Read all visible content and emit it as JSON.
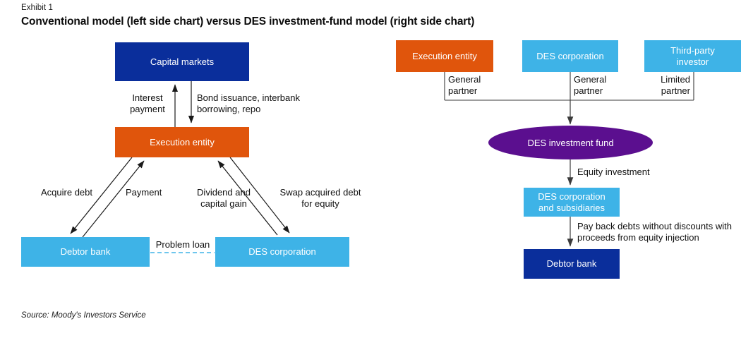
{
  "header": {
    "exhibit_label": "Exhibit 1",
    "title": "Conventional model (left side chart) versus DES investment-fund model (right side chart)",
    "source": "Source: Moody's Investors Service"
  },
  "colors": {
    "navy": "#0A2E9B",
    "orange": "#E0550C",
    "light_blue": "#3EB3E7",
    "purple": "#5B0F8F",
    "arrow": "#1a1a1a",
    "dashed_link": "#3EB3E7",
    "text_dark": "#101010",
    "node_text": "#FFFFFF"
  },
  "left_chart": {
    "name": "Conventional model",
    "nodes": [
      {
        "id": "capital-markets",
        "label": "Capital markets",
        "color": "navy"
      },
      {
        "id": "execution-entity",
        "label": "Execution entity",
        "color": "orange"
      },
      {
        "id": "debtor-bank",
        "label": "Debtor bank",
        "color": "light_blue"
      },
      {
        "id": "des-corporation",
        "label": "DES corporation",
        "color": "light_blue"
      }
    ],
    "edges": [
      {
        "id": "interest-payment",
        "label": "Interest\npayment",
        "from": "execution-entity",
        "to": "capital-markets",
        "style": "solid-arrow"
      },
      {
        "id": "bond-issuance",
        "label": "Bond issuance, interbank\nborrowing, repo",
        "from": "capital-markets",
        "to": "execution-entity",
        "style": "solid-arrow"
      },
      {
        "id": "acquire-debt",
        "label": "Acquire debt",
        "from": "execution-entity",
        "to": "debtor-bank",
        "style": "solid-arrow"
      },
      {
        "id": "payment",
        "label": "Payment",
        "from": "debtor-bank",
        "to": "execution-entity",
        "style": "solid-arrow"
      },
      {
        "id": "dividend-capital-gain",
        "label": "Dividend and\ncapital gain",
        "from": "des-corporation",
        "to": "execution-entity",
        "style": "solid-arrow"
      },
      {
        "id": "swap-acquired-debt",
        "label": "Swap acquired debt\nfor equity",
        "from": "execution-entity",
        "to": "des-corporation",
        "style": "solid-arrow"
      },
      {
        "id": "problem-loan",
        "label": "Problem loan",
        "from": "debtor-bank",
        "to": "des-corporation",
        "style": "dashed"
      }
    ]
  },
  "right_chart": {
    "name": "DES investment-fund model",
    "nodes": [
      {
        "id": "execution-entity-r",
        "label": "Execution entity",
        "color": "orange"
      },
      {
        "id": "des-corporation-r",
        "label": "DES corporation",
        "color": "light_blue"
      },
      {
        "id": "third-party-investor",
        "label": "Third-party\ninvestor",
        "color": "light_blue"
      },
      {
        "id": "des-investment-fund",
        "label": "DES investment fund",
        "color": "purple",
        "shape": "ellipse"
      },
      {
        "id": "des-corp-subs",
        "label": "DES corporation\nand subsidiaries",
        "color": "light_blue"
      },
      {
        "id": "debtor-bank-r",
        "label": "Debtor bank",
        "color": "navy"
      }
    ],
    "edges": [
      {
        "id": "general-partner-1",
        "label": "General\npartner",
        "from": "execution-entity-r",
        "to": "des-investment-fund",
        "style": "bus"
      },
      {
        "id": "general-partner-2",
        "label": "General\npartner",
        "from": "des-corporation-r",
        "to": "des-investment-fund",
        "style": "bus"
      },
      {
        "id": "limited-partner",
        "label": "Limited\npartner",
        "from": "third-party-investor",
        "to": "des-investment-fund",
        "style": "bus"
      },
      {
        "id": "equity-investment",
        "label": "Equity investment",
        "from": "des-investment-fund",
        "to": "des-corp-subs",
        "style": "solid-arrow"
      },
      {
        "id": "pay-back-debts",
        "label": "Pay back debts without discounts with\nproceeds from equity injection",
        "from": "des-corp-subs",
        "to": "debtor-bank-r",
        "style": "solid-arrow"
      }
    ]
  }
}
